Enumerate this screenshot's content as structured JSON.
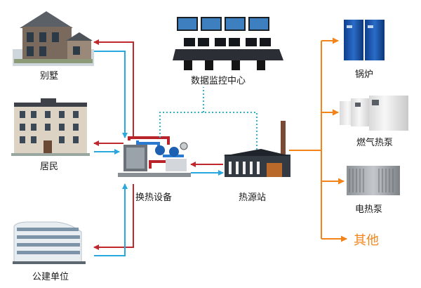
{
  "labels": {
    "villa": "别墅",
    "residential": "居民",
    "public_building": "公建单位",
    "heat_exchanger": "换热设备",
    "heat_source_station": "热源站",
    "monitoring_center": "数据监控中心",
    "boiler": "锅炉",
    "gas_heat_pump": "燃气热泵",
    "electric_heat_pump": "电热泵",
    "other": "其他"
  },
  "colors": {
    "supply_red": "#c0282e",
    "return_blue": "#28a8df",
    "source_orange": "#f2841a",
    "monitor_dotted": "#30b4c8"
  }
}
